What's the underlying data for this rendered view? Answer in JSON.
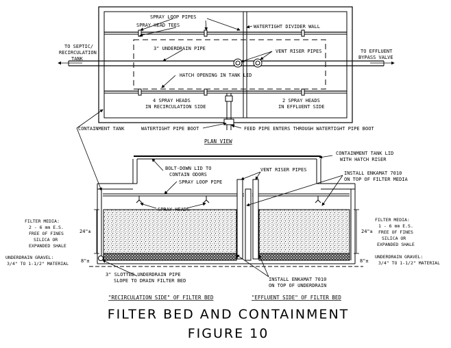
{
  "plan_view": {
    "caption": "PLAN VIEW",
    "labels": {
      "spray_loop_pipes": "SPRAY LOOP PIPES",
      "spray_head_tees": "SPRAY HEAD TEES",
      "watertight_divider_wall": "WATERTIGHT DIVIDER WALL",
      "to_septic_1": "TO SEPTIC/",
      "to_septic_2": "RECIRCULATION",
      "to_septic_3": "TANK",
      "underdrain_pipe": "3\" UNDERDRAIN PIPE",
      "vent_riser_pipes": "VENT RISER PIPES",
      "to_effluent_1": "TO EFFLUENT",
      "to_effluent_2": "BYPASS VALVE",
      "hatch_opening": "HATCH OPENING IN TANK LID",
      "recirc_heads_1": "4 SPRAY HEADS",
      "recirc_heads_2": "IN RECIRCULATION SIDE",
      "effluent_heads_1": "2 SPRAY HEADS",
      "effluent_heads_2": "IN EFFLUENT SIDE",
      "containment_tank": "CONTAINMENT TANK",
      "watertight_pipe_boot": "WATERTIGHT PIPE BOOT",
      "feed_pipe": "FEED PIPE ENTERS THROUGH WATERTIGHT PIPE BOOT"
    }
  },
  "section_view": {
    "labels": {
      "containment_lid_1": "CONTAINMENT TANK LID",
      "containment_lid_2": "WITH HATCH RISER",
      "bolt_down_1": "BOLT-DOWN LID TO",
      "bolt_down_2": "CONTAIN ODORS",
      "vent_riser_pipes": "VENT RISER PIPES",
      "enkamat_top_1": "INSTALL ENKAMAT 7010",
      "enkamat_top_2": "ON TOP OF FILTER MEDIA",
      "spray_loop_pipe": "SPRAY LOOP PIPE",
      "spray_heads": "SPRAY HEADS",
      "filter_media_left_title": "FILTER MEDIA:",
      "filter_media_left_1": "2 - 6 mm E.S.",
      "filter_media_left_2": "FREE OF FINES",
      "filter_media_left_3": "SILICA OR",
      "filter_media_left_4": "EXPANDED SHALE",
      "filter_media_right_title": "FILTER MEDIA:",
      "filter_media_right_1": "1 - 6 mm E.S.",
      "filter_media_right_2": "FREE OF FINES",
      "filter_media_right_3": "SILICA OR",
      "filter_media_right_4": "EXPANDED SHALE",
      "depth_media_left": "24\"±",
      "depth_media_right": "24\"±",
      "depth_gravel_left": "8\"±",
      "depth_gravel_right": "8\"±",
      "gravel_left_title": "UNDERDRAIN GRAVEL:",
      "gravel_left_1": "3/4\" TO 1-1/2\" MATERIAL",
      "gravel_right_title": "UNDERDRAIN GRAVEL:",
      "gravel_right_1": "3/4\" TO 1-1/2\" MATERIAL",
      "slotted_underdrain_1": "3\" SLOTTED UNDERDRAIN PIPE",
      "slotted_underdrain_2": "SLOPE TO DRAIN FILTER BED",
      "enkamat_under_1": "INSTALL ENKAMAT 7010",
      "enkamat_under_2": "ON TOP OF UNDERDRAIN",
      "caption_left": "\"RECIRCULATION SIDE\" OF FILTER BED",
      "caption_right": "\"EFFLUENT SIDE\" OF FILTER BED"
    }
  },
  "figure": {
    "title": "FILTER BED AND CONTAINMENT",
    "number": "FIGURE 10"
  }
}
